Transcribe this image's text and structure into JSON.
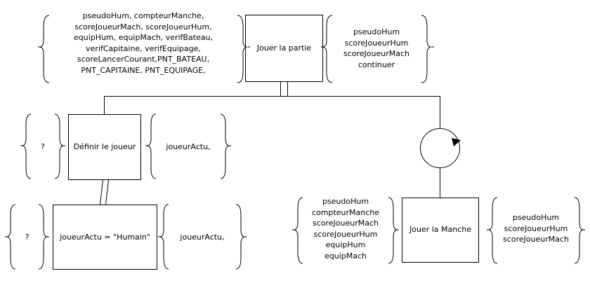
{
  "root": {
    "title": "Jouer la partie",
    "inputs": [
      "pseudoHum, compteurManche,",
      "scoreJoueurMach, scoreJoueurHum,",
      "equipHum, equipMach, verifBateau,",
      "verifCapitaine, verifEquipage,",
      "scoreLancerCourant,PNT_BATEAU,",
      "PNT_CAPITAINE, PNT_EQUIPAGE,"
    ],
    "outputs": [
      "pseudoHum",
      "scoreJoueurHum",
      "scoreJoueurMach",
      "continuer"
    ]
  },
  "define_player": {
    "title": "Définir le joueur",
    "inputs": [
      "?"
    ],
    "outputs": [
      "joueurActu,"
    ]
  },
  "assign_player": {
    "title": "joueurActu = \"Humain\"",
    "inputs": [
      "?"
    ],
    "outputs": [
      "joueurActu,"
    ]
  },
  "round": {
    "title": "Jouer la Manche",
    "inputs": [
      "pseudoHum",
      "compteurManche",
      "scoreJoueurMach",
      "scoreJoueurHum",
      "equipHum",
      "equipMach"
    ],
    "outputs": [
      "pseudoHum",
      "scoreJoueurHum",
      "scoreJoueurMach"
    ]
  },
  "loop": {
    "icon": "loop-icon"
  }
}
